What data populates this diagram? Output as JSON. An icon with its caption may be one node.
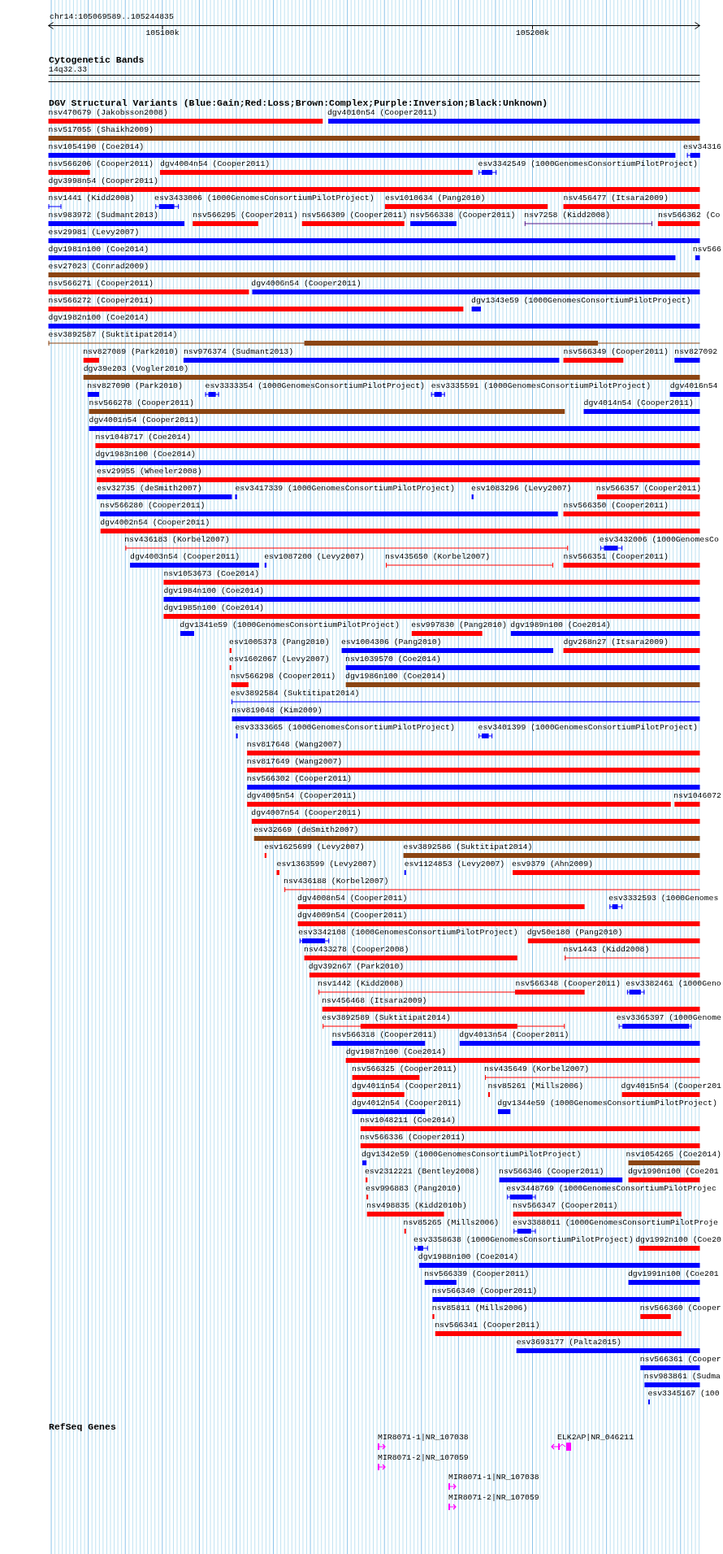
{
  "diagram": {
    "labels": [
      "chr14:105069589..105244835",
      "105100k",
      "105200k",
      "Cytogenetic Bands",
      "14q32.33",
      "DGV Structural Variants (Blue:Gain;Red:Loss;Brown:Complex;Purple:Inversion;Black:Unknown)",
      "nsv470679 (Jakobsson2008)",
      "dgv4010n54 (Cooper2011)",
      "nsv517055 (Shaikh2009)",
      "nsv1054190 (Coe2014)",
      "esv34316",
      "nsv566206 (Cooper2011)",
      "dgv4004n54 (Cooper2011)",
      "esv3342549 (1000GenomesConsortiumPilotProject)",
      "dgv3998n54 (Cooper2011)",
      "nsv1441 (Kidd2008)",
      "esv3433006 (1000GenomesConsortiumPilotProject)",
      "esv1010634 (Pang2010)",
      "nsv456477 (Itsara2009)",
      "nsv983972 (Sudmant2013)",
      "nsv566295 (Cooper2011)",
      "nsv566309 (Cooper2011)",
      "nsv566338 (Cooper2011)",
      "nsv7258 (Kidd2008)",
      "nsv566362 (Co",
      "esv29981 (Levy2007)",
      "dgv1981n100 (Coe2014)",
      "nsv566",
      "esv27023 (Conrad2009)",
      "nsv566271 (Cooper2011)",
      "dgv4006n54 (Cooper2011)",
      "nsv566272 (Cooper2011)",
      "dgv1343e59 (1000GenomesConsortiumPilotProject)",
      "dgv1982n100 (Coe2014)",
      "esv3892587 (Suktitipat2014)",
      "nsv827089 (Park2010)",
      "nsv976374 (Sudmant2013)",
      "nsv566349 (Cooper2011)",
      "nsv827092",
      "dgv39e203 (Vogler2010)",
      "nsv827090 (Park2010)",
      "esv3333354 (1000GenomesConsortiumPilotProject)",
      "esv3335591 (1000GenomesConsortiumPilotProject)",
      "dgv4016n54",
      "nsv566278 (Cooper2011)",
      "dgv4014n54 (Cooper2011)",
      "dgv4001n54 (Cooper2011)",
      "nsv1048717 (Coe2014)",
      "dgv1983n100 (Coe2014)",
      "esv29955 (Wheeler2008)",
      "esv32735 (deSmith2007)",
      "esv3417339 (1000GenomesConsortiumPilotProject)",
      "esv1083296 (Levy2007)",
      "nsv566357 (Cooper2011)",
      "nsv566280 (Cooper2011)",
      "nsv566350 (Cooper2011)",
      "dgv4002n54 (Cooper2011)",
      "nsv436183 (Korbel2007)",
      "esv3432006 (1000GenomesCo",
      "dgv4003n54 (Cooper2011)",
      "esv1087200 (Levy2007)",
      "nsv435650 (Korbel2007)",
      "nsv566351 (Cooper2011)",
      "nsv1053673 (Coe2014)",
      "dgv1984n100 (Coe2014)",
      "dgv1985n100 (Coe2014)",
      "dgv1341e59 (1000GenomesConsortiumPilotProject)",
      "esv997830 (Pang2010)",
      "dgv1989n100 (Coe2014)",
      "esv1005373 (Pang2010)",
      "esv1004306 (Pang2010)",
      "dgv268n27 (Itsara2009)",
      "esv1602067 (Levy2007)",
      "nsv1039570 (Coe2014)",
      "nsv566298 (Cooper2011)",
      "dgv1986n100 (Coe2014)",
      "esv3892584 (Suktitipat2014)",
      "nsv819048 (Kim2009)",
      "esv3333665 (1000GenomesConsortiumPilotProject)",
      "esv3401399 (1000GenomesConsortiumPilotProject)",
      "nsv817648 (Wang2007)",
      "nsv817649 (Wang2007)",
      "nsv566302 (Cooper2011)",
      "dgv4005n54 (Cooper2011)",
      "nsv1046072",
      "dgv4007n54 (Cooper2011)",
      "esv32669 (deSmith2007)",
      "esv1625699 (Levy2007)",
      "esv3892586 (Suktitipat2014)",
      "esv1363599 (Levy2007)",
      "esv1124853 (Levy2007)",
      "esv9379 (Ahn2009)",
      "nsv436188 (Korbel2007)",
      "dgv4008n54 (Cooper2011)",
      "esv3332593 (1000Genomes",
      "dgv4009n54 (Cooper2011)",
      "esv3342108 (1000GenomesConsortiumPilotProject)",
      "dgv50e180 (Pang2010)",
      "nsv433278 (Cooper2008)",
      "nsv1443 (Kidd2008)",
      "dgv392n67 (Park2010)",
      "nsv1442 (Kidd2008)",
      "nsv566348 (Cooper2011)",
      "esv3382461 (1000Geno",
      "nsv456468 (Itsara2009)",
      "esv3892589 (Suktitipat2014)",
      "esv3365397 (1000Genome",
      "nsv566318 (Cooper2011)",
      "dgv4013n54 (Cooper2011)",
      "dgv1987n100 (Coe2014)",
      "nsv566325 (Cooper2011)",
      "nsv435649 (Korbel2007)",
      "dgv4011n54 (Cooper2011)",
      "nsv85261 (Mills2006)",
      "dgv4015n54 (Cooper201",
      "dgv4012n54 (Cooper2011)",
      "dgv1344e59 (1000GenomesConsortiumPilotProject)",
      "nsv1048211 (Coe2014)",
      "nsv566336 (Cooper2011)",
      "dgv1342e59 (1000GenomesConsortiumPilotProject)",
      "nsv1054265 (Coe2014)",
      "esv2312221 (Bentley2008)",
      "nsv566346 (Cooper2011)",
      "dgv1990n100 (Coe201",
      "esv996883 (Pang2010)",
      "esv3448769 (1000GenomesConsortiumPilotProjec",
      "nsv498835 (Kidd2010b)",
      "nsv566347 (Cooper2011)",
      "nsv85265 (Mills2006)",
      "esv3388011 (1000GenomesConsortiumPilotProje",
      "esv3358638 (1000GenomesConsortiumPilotProject)",
      "dgv1992n100 (Coe20",
      "dgv1988n100 (Coe2014)",
      "nsv566339 (Cooper2011)",
      "dgv1991n100 (Coe201",
      "nsv566340 (Cooper2011)",
      "nsv85811 (Mills2006)",
      "nsv566360 (Cooper",
      "nsv566341 (Cooper2011)",
      "esv3693177 (Palta2015)",
      "nsv566361 (Cooper",
      "nsv983861 (Sudma",
      "esv3345167 (100",
      "RefSeq Genes",
      "MIR8071-1|NR_107038",
      "ELK2AP|NR_046211",
      "MIR8071-2|NR_107059",
      "MIR8071-1|NR_107038",
      "MIR8071-2|NR_107059"
    ]
  }
}
